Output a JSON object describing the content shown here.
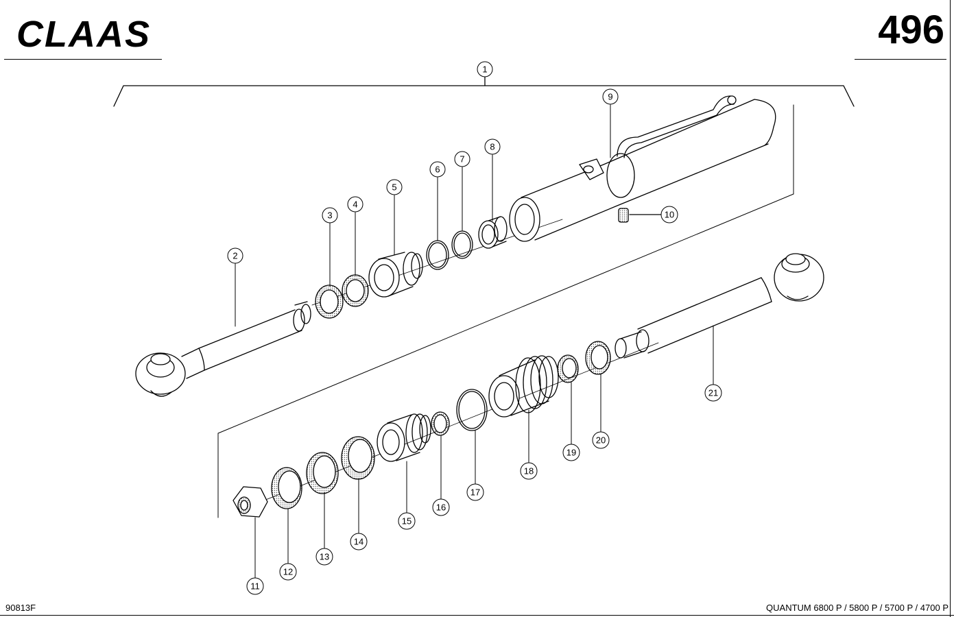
{
  "header": {
    "brand": "CLAAS",
    "page_number": "496"
  },
  "footer": {
    "drawing_code": "90813F",
    "models": "QUANTUM 6800 P / 5800 P / 5700 P / 4700 P"
  },
  "callouts": [
    "1",
    "2",
    "3",
    "4",
    "5",
    "6",
    "7",
    "8",
    "9",
    "10",
    "11",
    "12",
    "13",
    "14",
    "15",
    "16",
    "17",
    "18",
    "19",
    "20",
    "21"
  ],
  "colors": {
    "line": "#000000",
    "background": "#ffffff",
    "fill_dots": "#555555"
  }
}
